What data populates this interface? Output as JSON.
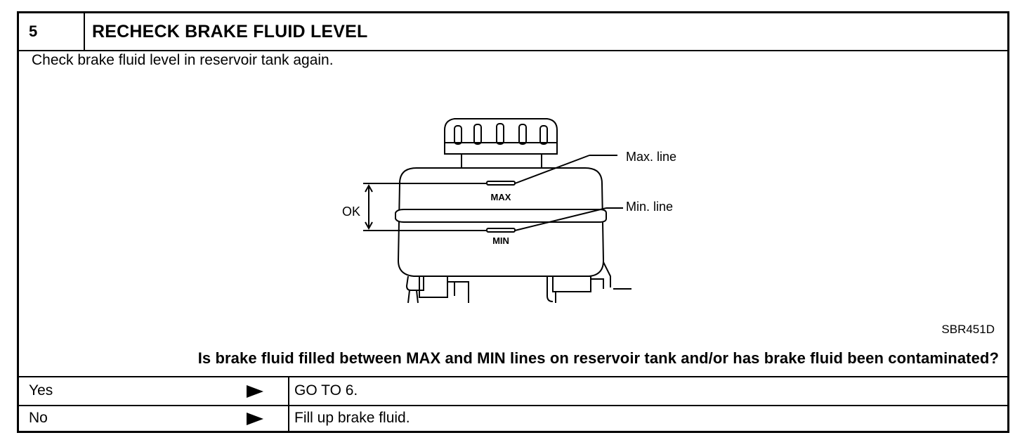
{
  "step": {
    "number": "5",
    "title": "RECHECK BRAKE FLUID LEVEL"
  },
  "instruction": "Check brake fluid level in reservoir tank again.",
  "figure": {
    "labels": {
      "max_line": "Max. line",
      "min_line": "Min. line",
      "max": "MAX",
      "min": "MIN",
      "ok": "OK"
    },
    "reference": "SBR451D"
  },
  "question": "Is brake fluid filled between MAX and MIN lines on reservoir tank and/or has brake fluid been contaminated?",
  "answers": [
    {
      "answer": "Yes",
      "action": "GO TO 6."
    },
    {
      "answer": "No",
      "action": "Fill up brake fluid."
    }
  ]
}
